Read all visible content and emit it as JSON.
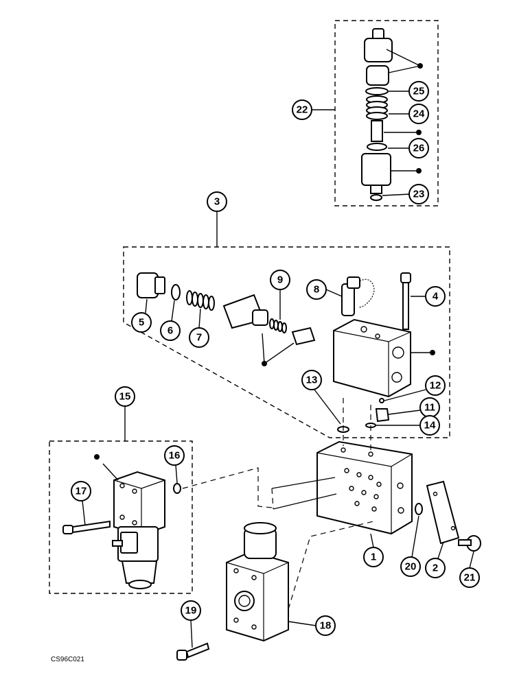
{
  "figure_code": "CS96C021",
  "callouts": {
    "c1": "1",
    "c2": "2",
    "c3": "3",
    "c4": "4",
    "c5": "5",
    "c6": "6",
    "c7": "7",
    "c8": "8",
    "c9": "9",
    "c11": "11",
    "c12": "12",
    "c13": "13",
    "c14": "14",
    "c15": "15",
    "c16": "16",
    "c17": "17",
    "c18": "18",
    "c19": "19",
    "c20": "20",
    "c21": "21",
    "c22": "22",
    "c23": "23",
    "c24": "24",
    "c25": "25",
    "c26": "26"
  }
}
